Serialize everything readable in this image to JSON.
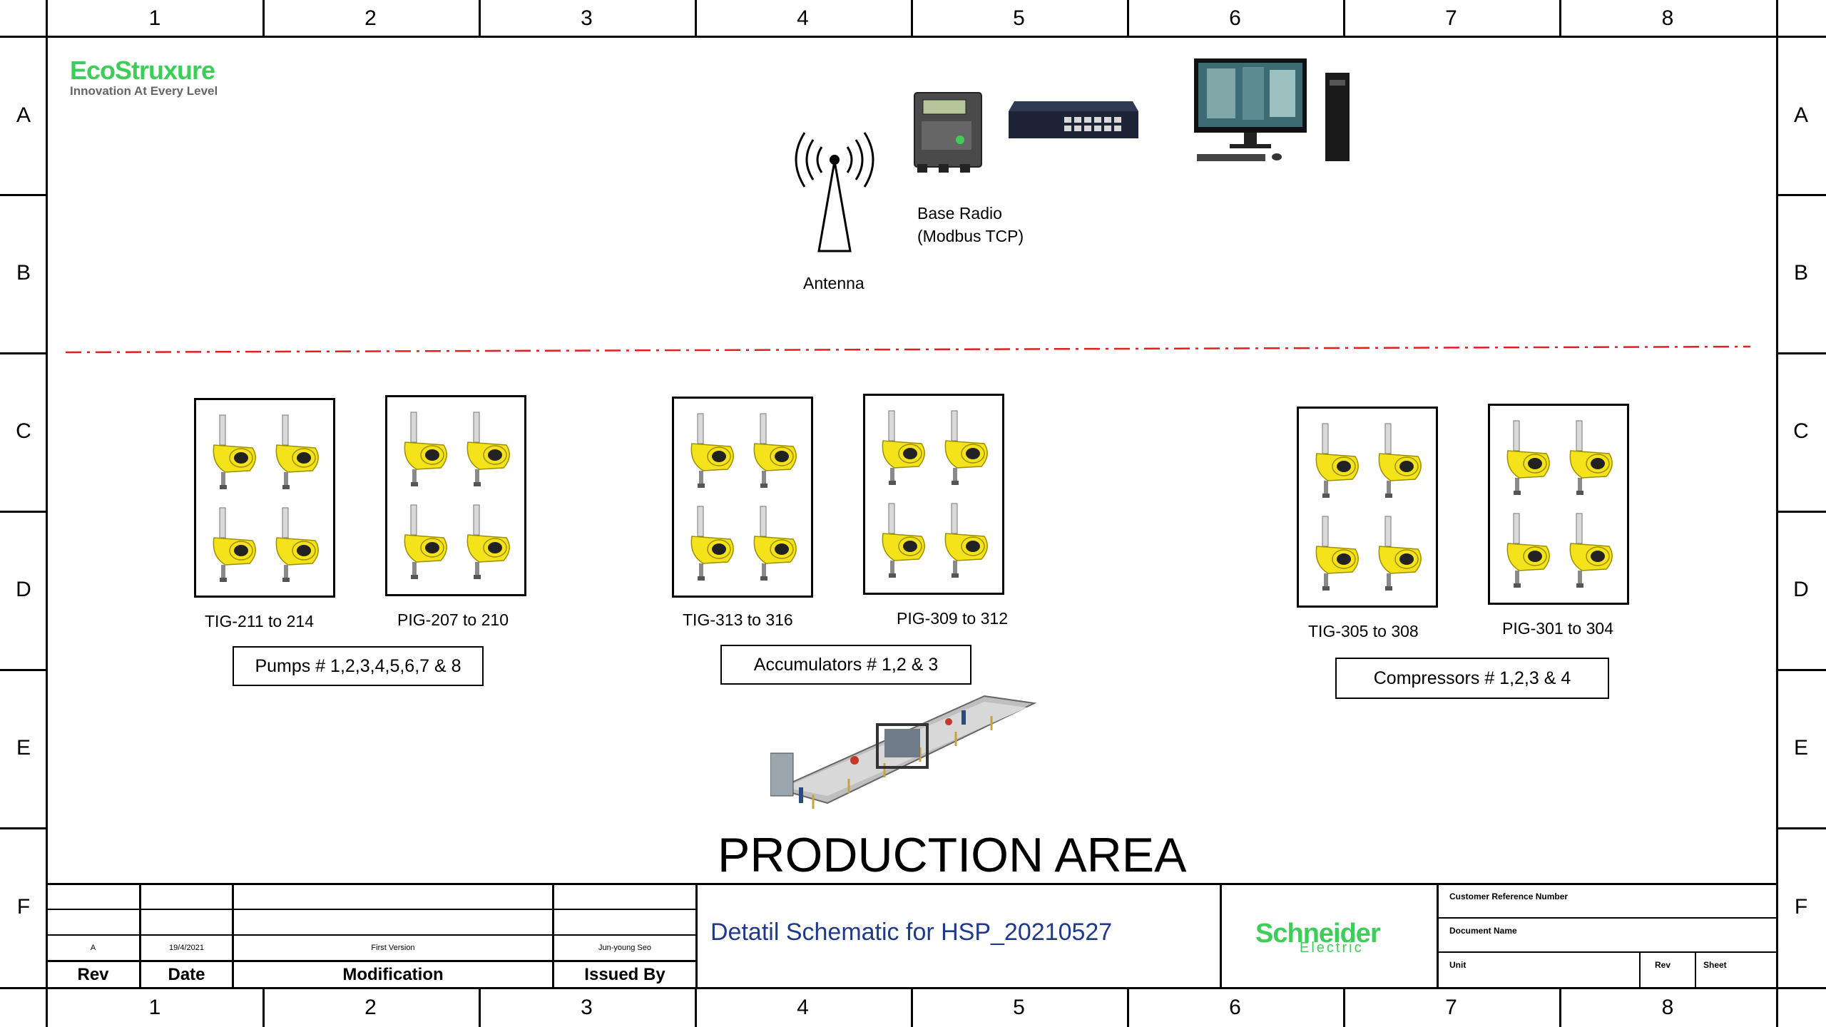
{
  "grid": {
    "columns": [
      "1",
      "2",
      "3",
      "4",
      "5",
      "6",
      "7",
      "8"
    ],
    "rows": [
      "A",
      "B",
      "C",
      "D",
      "E",
      "F"
    ]
  },
  "logo": {
    "brand": "EcoStruxure",
    "tagline": "Innovation At Every Level"
  },
  "top_devices": {
    "antenna_label": "Antenna",
    "base_radio_line1": "Base Radio",
    "base_radio_line2": "(Modbus TCP)"
  },
  "groups": [
    {
      "left_label": "TIG-211 to 214",
      "right_label": "PIG-207 to 210",
      "box_label": "Pumps # 1,2,3,4,5,6,7 & 8"
    },
    {
      "left_label": "TIG-313 to 316",
      "right_label": "PIG-309 to 312",
      "box_label": "Accumulators # 1,2 & 3"
    },
    {
      "left_label": "TIG-305 to 308",
      "right_label": "PIG-301 to 304",
      "box_label": "Compressors # 1,2,3 & 4"
    }
  ],
  "area_title": "PRODUCTION AREA",
  "title_block": {
    "rev_value": "A",
    "date_value": "19/4/2021",
    "modification_value": "First Version",
    "issued_by_value": "Jun-young Seo",
    "rev_header": "Rev",
    "date_header": "Date",
    "modification_header": "Modification",
    "issued_by_header": "Issued By",
    "schematic_title": "Detatil Schematic for HSP_20210527",
    "company_logo": "Schneider",
    "company_logo_sub": "Electric",
    "customer_reference_label": "Customer Reference Number",
    "document_name_label": "Document Name",
    "unit_label": "Unit",
    "rev_label": "Rev",
    "sheet_label": "Sheet"
  },
  "colors": {
    "eco_green": "#3dcd58",
    "sensor_yellow": "#f4e31a",
    "divider_red": "#e0201f",
    "title_blue": "#1f3a8a"
  }
}
